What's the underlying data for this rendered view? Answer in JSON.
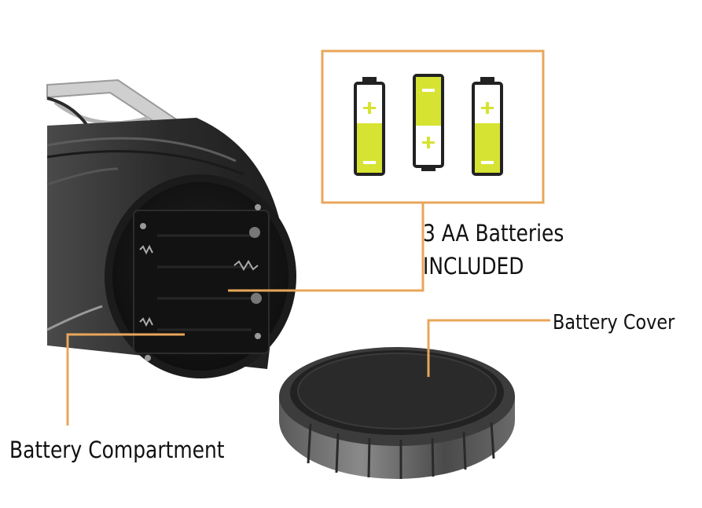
{
  "labels": {
    "batteries_line1": "3 AA Batteries",
    "batteries_line2": "INCLUDED",
    "cover": "Battery Cover",
    "compartment": "Battery Compartment"
  },
  "colors": {
    "callout": "#e8a65a",
    "battery_fill": "#d6e332",
    "lantern_body": "#2f2f2f",
    "cover_body": "#3a3a3a"
  },
  "batteries_icon": [
    {
      "orientation": "plus-top"
    },
    {
      "orientation": "plus-bottom"
    },
    {
      "orientation": "plus-top"
    }
  ]
}
